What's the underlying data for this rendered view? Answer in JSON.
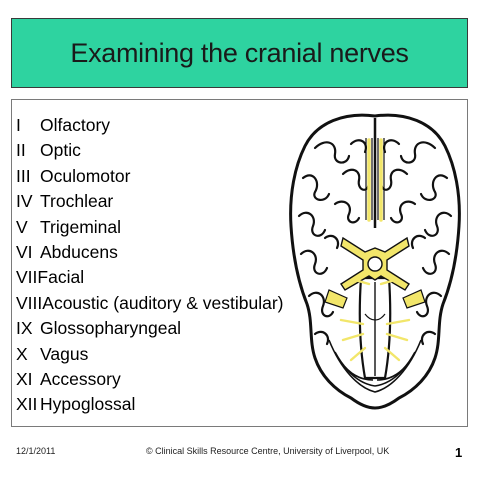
{
  "slide": {
    "title": "Examining the cranial nerves",
    "nerves": [
      {
        "numeral": "I",
        "name": "Olfactory"
      },
      {
        "numeral": "II",
        "name": "Optic"
      },
      {
        "numeral": "III",
        "name": "Oculomotor"
      },
      {
        "numeral": "IV",
        "name": "Trochlear"
      },
      {
        "numeral": "V",
        "name": "Trigeminal"
      },
      {
        "numeral": "VI",
        "name": "Abducens"
      },
      {
        "numeral": "VII",
        "name": "Facial"
      },
      {
        "numeral": "VIII",
        "name": "Acoustic (auditory & vestibular)"
      },
      {
        "numeral": "IX",
        "name": "Glossopharyngeal"
      },
      {
        "numeral": "X",
        "name": "Vagus"
      },
      {
        "numeral": "XI",
        "name": "Accessory"
      },
      {
        "numeral": "XII",
        "name": "Hypoglossal"
      }
    ],
    "footer": {
      "date": "12/1/2011",
      "credit": "© Clinical Skills Resource Centre, University of Liverpool, UK",
      "page_number": "1"
    },
    "colors": {
      "title_bar": "#2ed3a0",
      "nerve_highlight": "#f2e66a"
    },
    "illustration": "brain-base-icon"
  }
}
